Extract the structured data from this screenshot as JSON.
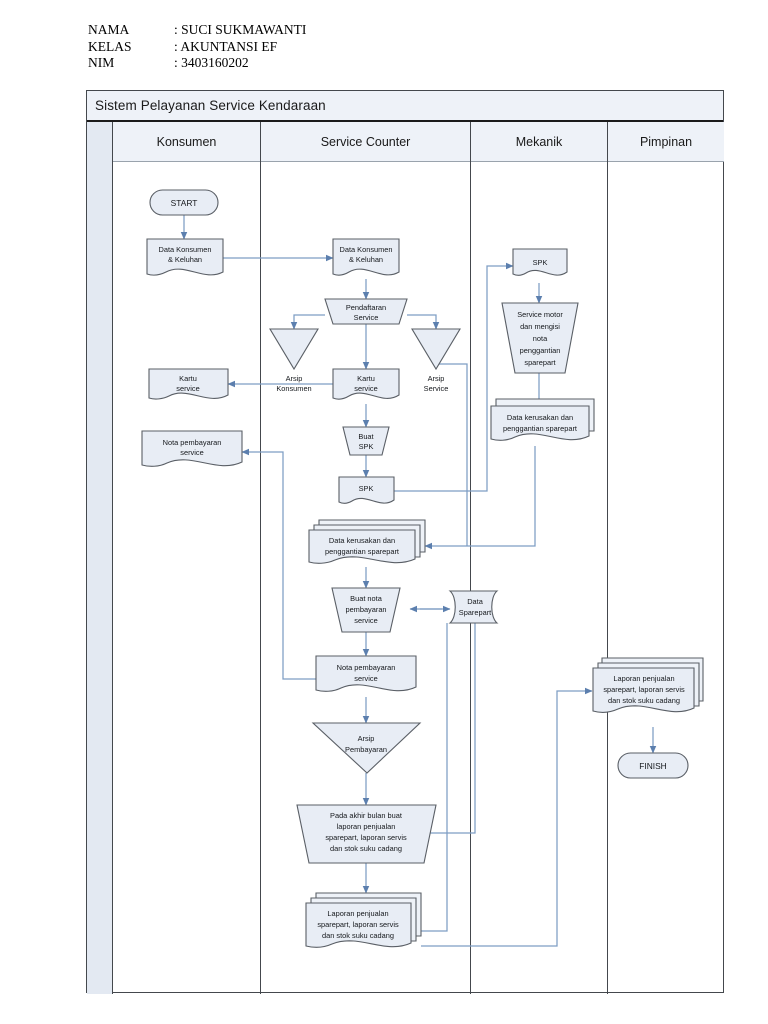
{
  "header": {
    "rows": [
      {
        "label": "NAMA",
        "value": ": SUCI SUKMAWANTI"
      },
      {
        "label": "KELAS",
        "value": ": AKUNTANSI EF"
      },
      {
        "label": "NIM",
        "value": ": 3403160202"
      }
    ]
  },
  "diagram": {
    "title": "Sistem Pelayanan Service Kendaraan",
    "lanes": [
      {
        "label": "Konsumen"
      },
      {
        "label": "Service Counter"
      },
      {
        "label": "Mekanik"
      },
      {
        "label": "Pimpinan"
      }
    ]
  },
  "colors": {
    "shape_fill": "#e8edf5",
    "shape_stroke": "#5a5f66",
    "connector": "#7d9dc4",
    "lane_header_bg": "#eef2f8",
    "left_band_bg": "#e3e9f2",
    "frame_stroke": "#44484d"
  },
  "nodes": {
    "start": {
      "label": "START",
      "type": "terminator",
      "lane": "Konsumen"
    },
    "k_data": {
      "label": "Data Konsumen\n& Keluhan",
      "type": "document",
      "lane": "Konsumen"
    },
    "k_kartu": {
      "label": "Kartu\nservice",
      "type": "document",
      "lane": "Konsumen"
    },
    "k_nota": {
      "label": "Nota pembayaran\nservice",
      "type": "document",
      "lane": "Konsumen"
    },
    "sc_data": {
      "label": "Data Konsumen\n& Keluhan",
      "type": "document",
      "lane": "Service Counter"
    },
    "sc_pendaftaran": {
      "label": "Pendaftaran\nService",
      "type": "manual-operation",
      "lane": "Service Counter"
    },
    "sc_arsip_kons": {
      "label": "Arsip\nKonsumen",
      "type": "archive-triangle",
      "lane": "Service Counter"
    },
    "sc_arsip_svc": {
      "label": "Arsip\nService",
      "type": "archive-triangle",
      "lane": "Service Counter"
    },
    "sc_kartu": {
      "label": "Kartu\nservice",
      "type": "document",
      "lane": "Service Counter"
    },
    "sc_buat_spk": {
      "label": "Buat\nSPK",
      "type": "manual-operation",
      "lane": "Service Counter"
    },
    "sc_spk": {
      "label": "SPK",
      "type": "document",
      "lane": "Service Counter"
    },
    "sc_data_kerusakan": {
      "label": "Data kerusakan dan\npenggantian sparepart",
      "type": "multi-document",
      "lane": "Service Counter"
    },
    "sc_buat_nota": {
      "label": "Buat nota\npembayaran\nservice",
      "type": "manual-operation",
      "lane": "Service Counter"
    },
    "sc_data_sparepart": {
      "label": "Data\nSparepart",
      "type": "stored-data",
      "lane": "Service Counter"
    },
    "sc_nota": {
      "label": "Nota pembayaran\nservice",
      "type": "document",
      "lane": "Service Counter"
    },
    "sc_arsip_bayar": {
      "label": "Arsip\nPembayaran",
      "type": "archive-triangle",
      "lane": "Service Counter"
    },
    "sc_laporan_buat": {
      "label": "Pada akhir bulan buat\nlaporan penjualan\nsparepart, laporan servis\ndan stok suku cadang",
      "type": "manual-operation",
      "lane": "Service Counter"
    },
    "sc_laporan_doc": {
      "label": "Laporan penjualan\nsparepart, laporan servis\ndan stok suku cadang",
      "type": "multi-document",
      "lane": "Service Counter"
    },
    "mk_spk": {
      "label": "SPK",
      "type": "document",
      "lane": "Mekanik"
    },
    "mk_service": {
      "label": "Service motor\ndan mengisi\nnota\npenggantian\nsparepart",
      "type": "manual-operation",
      "lane": "Mekanik"
    },
    "mk_data": {
      "label": "Data kerusakan dan\npenggantian sparepart",
      "type": "multi-document",
      "lane": "Mekanik"
    },
    "pm_laporan": {
      "label": "Laporan penjualan\nsparepart, laporan servis\ndan stok suku cadang",
      "type": "multi-document",
      "lane": "Pimpinan"
    },
    "finish": {
      "label": "FINISH",
      "type": "terminator",
      "lane": "Pimpinan"
    }
  },
  "edges": [
    {
      "from": "start",
      "to": "k_data"
    },
    {
      "from": "k_data",
      "to": "sc_data"
    },
    {
      "from": "sc_data",
      "to": "sc_pendaftaran"
    },
    {
      "from": "sc_pendaftaran",
      "to": "sc_arsip_kons"
    },
    {
      "from": "sc_pendaftaran",
      "to": "sc_arsip_svc"
    },
    {
      "from": "sc_pendaftaran",
      "to": "sc_kartu"
    },
    {
      "from": "sc_kartu",
      "to": "k_kartu"
    },
    {
      "from": "sc_kartu",
      "to": "sc_buat_spk"
    },
    {
      "from": "sc_buat_spk",
      "to": "sc_spk"
    },
    {
      "from": "sc_spk",
      "to": "mk_spk"
    },
    {
      "from": "sc_arsip_svc",
      "to": "sc_data_kerusakan"
    },
    {
      "from": "mk_spk",
      "to": "mk_service"
    },
    {
      "from": "mk_service",
      "to": "mk_data"
    },
    {
      "from": "mk_data",
      "to": "sc_data_kerusakan"
    },
    {
      "from": "sc_data_kerusakan",
      "to": "sc_buat_nota"
    },
    {
      "from": "sc_data_sparepart",
      "to": "sc_buat_nota"
    },
    {
      "from": "sc_buat_nota",
      "to": "sc_data_sparepart"
    },
    {
      "from": "sc_buat_nota",
      "to": "sc_nota"
    },
    {
      "from": "sc_nota",
      "to": "k_nota"
    },
    {
      "from": "sc_nota",
      "to": "sc_arsip_bayar"
    },
    {
      "from": "sc_arsip_bayar",
      "to": "sc_laporan_buat"
    },
    {
      "from": "sc_data_sparepart",
      "to": "sc_laporan_buat"
    },
    {
      "from": "sc_laporan_buat",
      "to": "sc_laporan_doc"
    },
    {
      "from": "sc_laporan_doc",
      "to": "pm_laporan"
    },
    {
      "from": "pm_laporan",
      "to": "finish"
    }
  ]
}
